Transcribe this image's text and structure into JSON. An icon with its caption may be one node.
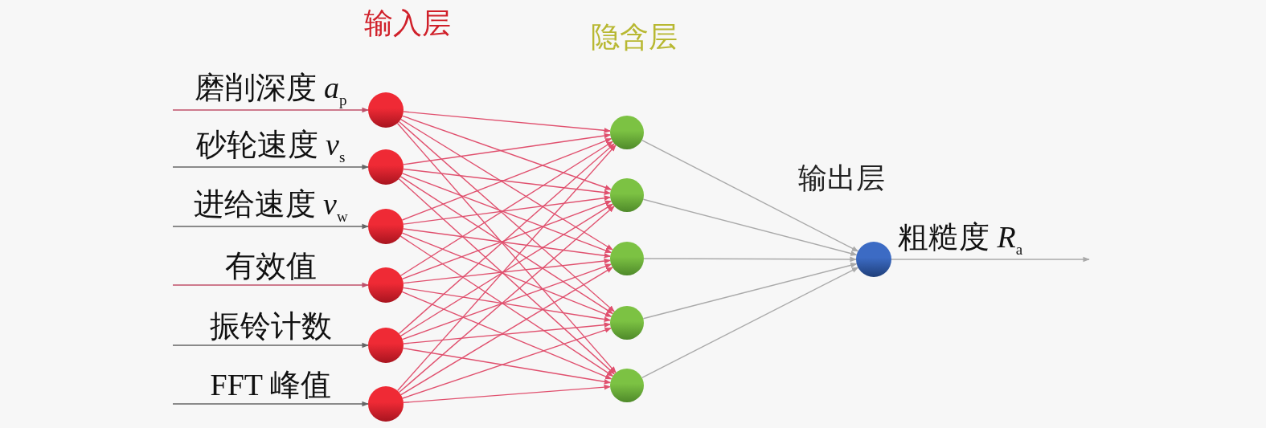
{
  "diagram": {
    "nodes": [
      {
        "text": [],
        "shape": "circle"
      },
      {
        "text": [],
        "shape": "circle"
      },
      {
        "text": [],
        "shape": "circle"
      },
      {
        "text": [],
        "shape": "circle"
      },
      {
        "text": [],
        "shape": "circle"
      },
      {
        "text": [],
        "shape": "circle"
      },
      {
        "text": [],
        "shape": "circle"
      },
      {
        "text": [],
        "shape": "circle"
      },
      {
        "text": [],
        "shape": "circle"
      },
      {
        "text": [],
        "shape": "circle"
      },
      {
        "text": [],
        "shape": "circle"
      },
      {
        "text": [],
        "shape": "circle"
      }
    ],
    "edges": [
      {
        "from": null,
        "to": 0,
        "arrow": "to",
        "label": "磨削深度 *a*$_{p}$",
        "color": "#c0506a"
      },
      {
        "from": null,
        "to": 1,
        "arrow": "to",
        "label": "砂轮速度 *v*$_{s}$",
        "color": "#666666"
      },
      {
        "from": null,
        "to": 2,
        "arrow": "to",
        "label": "进给速度 *v*$_{w}$",
        "color": "#666666"
      },
      {
        "from": null,
        "to": 3,
        "arrow": "to",
        "label": "有效值",
        "color": "#c0506a"
      },
      {
        "from": null,
        "to": 4,
        "arrow": "to",
        "label": "振铃计数",
        "color": "#666666"
      },
      {
        "from": null,
        "to": 5,
        "arrow": "to",
        "label": "FFT 峰值",
        "color": "#666666"
      },
      {
        "from": 0,
        "to": 6,
        "arrow": "to"
      },
      {
        "from": 0,
        "to": 7,
        "arrow": "to"
      },
      {
        "from": 0,
        "to": 8,
        "arrow": "to"
      },
      {
        "from": 0,
        "to": 9,
        "arrow": "to"
      },
      {
        "from": 0,
        "to": 10,
        "arrow": "to"
      },
      {
        "from": 1,
        "to": 6,
        "arrow": "to"
      },
      {
        "from": 1,
        "to": 7,
        "arrow": "to"
      },
      {
        "from": 1,
        "to": 8,
        "arrow": "to"
      },
      {
        "from": 1,
        "to": 9,
        "arrow": "to"
      },
      {
        "from": 1,
        "to": 10,
        "arrow": "to"
      },
      {
        "from": 2,
        "to": 6,
        "arrow": "to"
      },
      {
        "from": 2,
        "to": 7,
        "arrow": "to"
      },
      {
        "from": 2,
        "to": 8,
        "arrow": "to"
      },
      {
        "from": 2,
        "to": 9,
        "arrow": "to"
      },
      {
        "from": 2,
        "to": 10,
        "arrow": "to"
      },
      {
        "from": 3,
        "to": 6,
        "arrow": "to"
      },
      {
        "from": 3,
        "to": 7,
        "arrow": "to"
      },
      {
        "from": 3,
        "to": 8,
        "arrow": "to"
      },
      {
        "from": 3,
        "to": 9,
        "arrow": "to"
      },
      {
        "from": 3,
        "to": 10,
        "arrow": "to"
      },
      {
        "from": 4,
        "to": 6,
        "arrow": "to"
      },
      {
        "from": 4,
        "to": 7,
        "arrow": "to"
      },
      {
        "from": 4,
        "to": 8,
        "arrow": "to"
      },
      {
        "from": 4,
        "to": 9,
        "arrow": "to"
      },
      {
        "from": 4,
        "to": 10,
        "arrow": "to"
      },
      {
        "from": 5,
        "to": 6,
        "arrow": "to"
      },
      {
        "from": 5,
        "to": 7,
        "arrow": "to"
      },
      {
        "from": 5,
        "to": 8,
        "arrow": "to"
      },
      {
        "from": 5,
        "to": 9,
        "arrow": "to"
      },
      {
        "from": 5,
        "to": 10,
        "arrow": "to"
      },
      {
        "from": 6,
        "to": 11,
        "arrow": "to",
        "color": "#aaaaaa"
      },
      {
        "from": 7,
        "to": 11,
        "arrow": "to",
        "color": "#aaaaaa"
      },
      {
        "from": 8,
        "to": 11,
        "arrow": "to",
        "color": "#aaaaaa"
      },
      {
        "from": 9,
        "to": 11,
        "arrow": "to",
        "color": "#aaaaaa"
      },
      {
        "from": 10,
        "to": 11,
        "arrow": "to",
        "color": "#aaaaaa"
      },
      {
        "from": 11,
        "to": null,
        "arrow": "to",
        "label": "粗糙度 *R*$_{a}$",
        "color": "#aaaaaa"
      }
    ],
    "labels": [
      "输入层",
      "隐含层",
      "输出层"
    ]
  }
}
